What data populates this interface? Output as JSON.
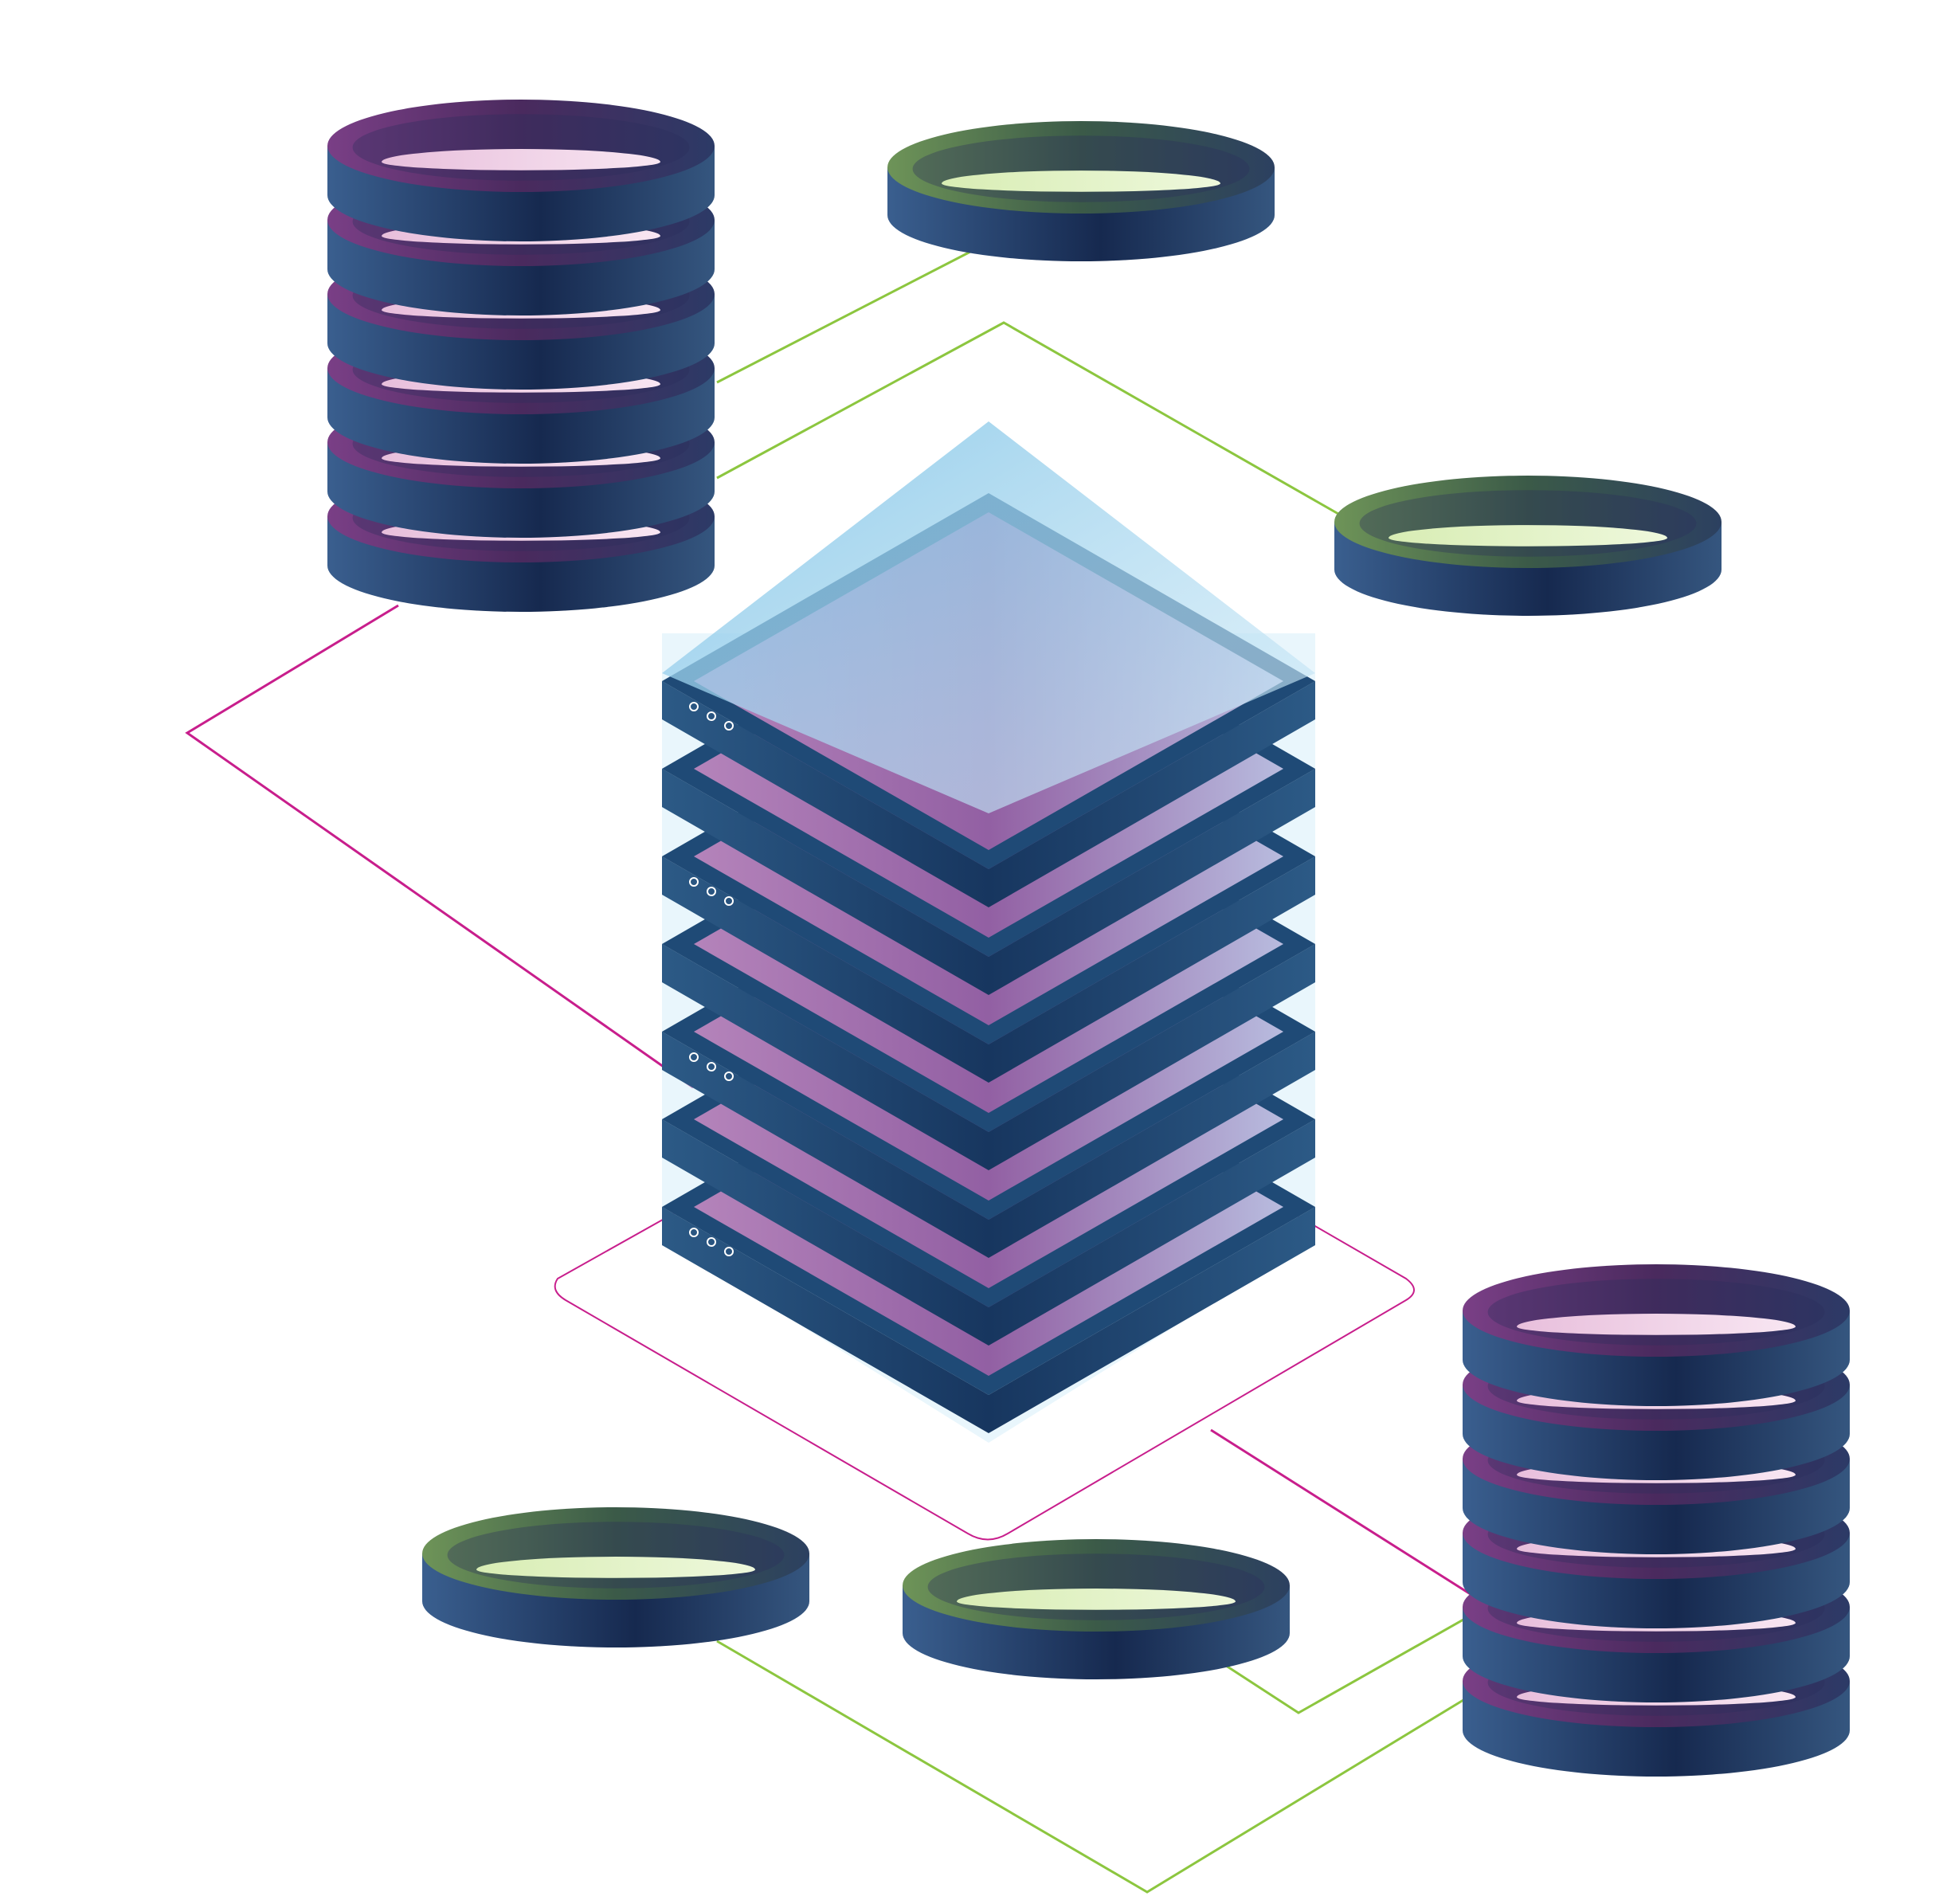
{
  "colors": {
    "background": "#ffffff",
    "body_dark": "#16294f",
    "body_mid": "#2c5a86",
    "body_light": "#3a5f8f",
    "rim_purple": "#7a3f86",
    "rim_purple_mid": "#5a2e6e",
    "inner_pink": "#f2d3e8",
    "rim_green": "#6e9458",
    "inner_green": "#e6f3c8",
    "connector_green": "#8cc63f",
    "connector_magenta": "#c81e8c",
    "server_glass": "#9fd3ef",
    "server_layer": "#b89ac8",
    "led": "#ffffff"
  },
  "icons": {
    "server": "server-stack-icon",
    "database": "database-stack-icon",
    "disk": "disk-icon"
  },
  "scene": {
    "database_count": 2,
    "disk_count": 4,
    "server_layer_count": 7
  }
}
